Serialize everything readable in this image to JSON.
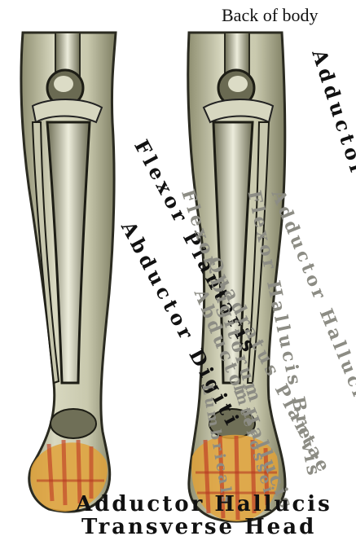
{
  "title": "Back of body",
  "labels": {
    "adductor_hallucis": "Adductor Hallucis",
    "flexor_hallucis_brevis": "Flexor Hallucis Brevis",
    "flexor_plantaris": "Flexor Plantaris",
    "flexor_digitorum": "Flexor Digitorum",
    "quadratus_plantae": "Quadratus Plantae",
    "abductor_digiti": "Abductor Digiti",
    "abductor_hallucis": "Abductor Hallucis",
    "adductor_oblique": "Adductor Hallucis Obl.",
    "interossei": "Interossei",
    "lumbricals": "Lumbricals",
    "transverse_line1": "Adductor Hallucis",
    "transverse_line2": "Transverse Head"
  },
  "colors": {
    "skin": "#cfcfb4",
    "bone": "#e4e4cf",
    "outline": "#222218",
    "muscle": "#e0a23a",
    "muscle_red": "#c2482a"
  }
}
